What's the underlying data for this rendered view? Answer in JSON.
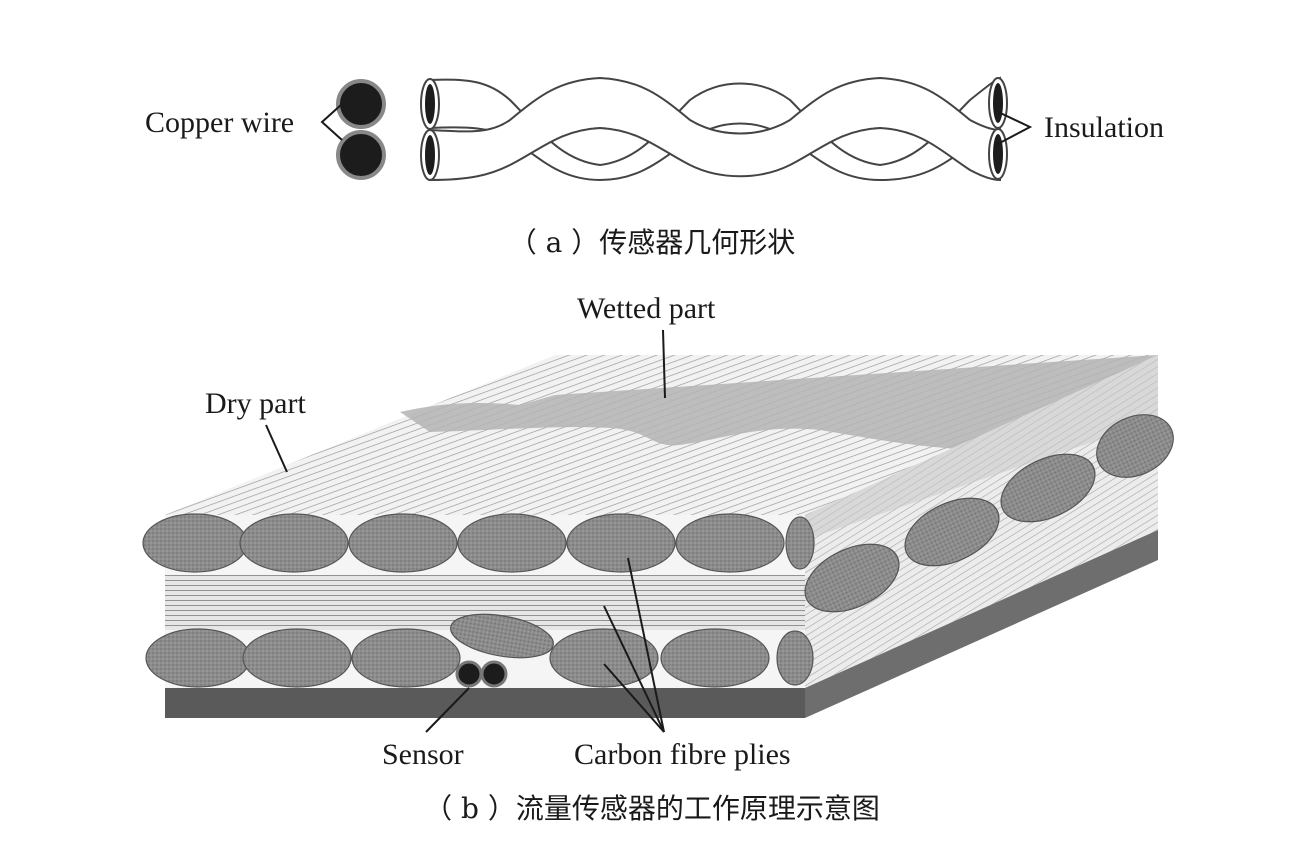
{
  "panel_a": {
    "labels": {
      "copper_wire": "Copper wire",
      "insulation": "Insulation"
    },
    "caption": "（ a ）传感器几何形状"
  },
  "panel_b": {
    "labels": {
      "wetted_part": "Wetted part",
      "dry_part": "Dry part",
      "sensor": "Sensor",
      "carbon_fibre_plies": "Carbon fibre plies"
    },
    "caption": "（ b ）流量传感器的工作原理示意图"
  },
  "colors": {
    "ink": "#1a1a1a",
    "fibre_ellipse": "#8a8a8a",
    "base_plate": "#5a5a5a",
    "wetted_region": "#b4b4b4",
    "dry_stripes": "#d0d0d0"
  }
}
